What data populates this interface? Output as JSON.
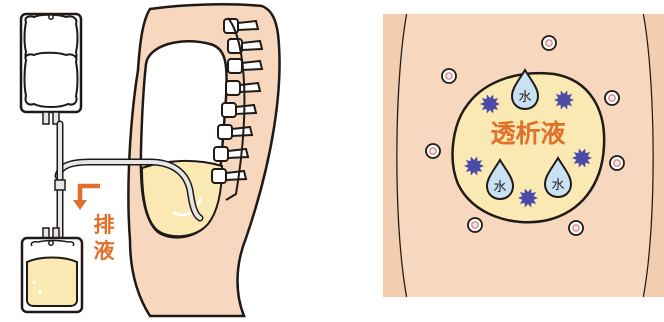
{
  "left_panel": {
    "drain_label": [
      "排",
      "液"
    ]
  },
  "right_panel": {
    "dialysate_label": "透析液",
    "water_label": "水"
  },
  "colors": {
    "outline": "#1f1a17",
    "skin": "#f7d8bf",
    "dialysate": "#fbe9b3",
    "tube": "#e6e6e6",
    "bag_fill": "#ffffff",
    "arrow_orange": "#e0702a",
    "label_orange": "#e0702a",
    "molecule_purple": "#4b4ba7",
    "water_drop": "#c9e2f2",
    "small_circle_fill": "#fde6ea",
    "small_circle_ring": "#c97a7a"
  },
  "icons": {
    "arrow": "down-left-arrow-icon",
    "molecule": "spiky-molecule-icon",
    "water": "water-drop-icon",
    "small_particle": "small-circle-icon"
  }
}
